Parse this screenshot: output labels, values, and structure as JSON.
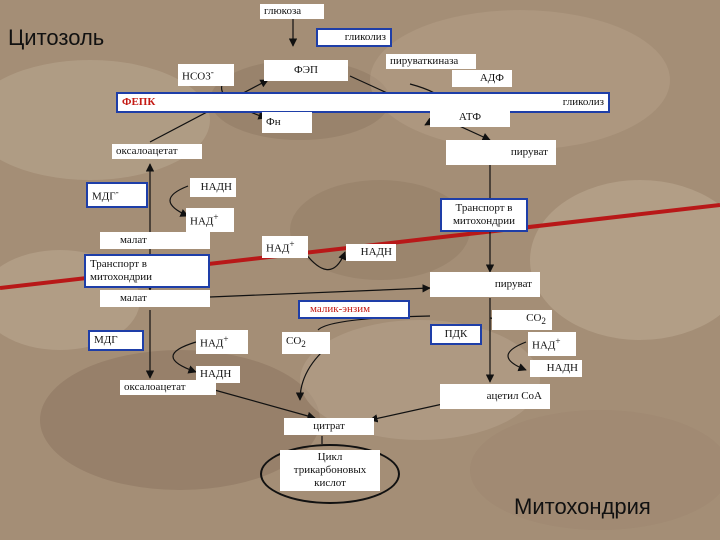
{
  "compartments": {
    "cytosol": "Цитозоль",
    "mitochondria": "Митохондрия"
  },
  "nodes": {
    "glucose": "глюкоза",
    "glycolysis_1": "гликолиз",
    "hco3": "HCO3",
    "hco3_sup": "-",
    "pep": "ФЭП",
    "pyruvate_kinase": "пируваткиназа",
    "adp": "АДФ",
    "pepck": "ФЕПК",
    "glycolysis_2": "гликолиз",
    "phosphate": "Фн",
    "atp": "АТФ",
    "oxaloacetate_1": "оксалоацетат",
    "pyruvate_1": "пируват",
    "mdh_1": "МДГ",
    "mdh_1_sup": "-",
    "nadh_1": "НАДН",
    "nad_1": "НАД",
    "nad_1_sup": "+",
    "transport_1": "Транспорт в митохондрии",
    "malate_1": "малат",
    "nad_2": "НАД",
    "nad_2_sup": "+",
    "nadh_2": "НАДН",
    "transport_2": "Транспорт в митохондрии",
    "pyruvate_2": "пируват",
    "malate_2": "малат",
    "malic_enzyme": "малик-энзим",
    "co2_1": "CO",
    "co2_1_sub": "2",
    "mdh_2": "МДГ",
    "nad_3": "НАД",
    "nad_3_sup": "+",
    "co2_2": "CO",
    "co2_2_sub": "2",
    "pdk": "ПДК",
    "nad_4": "НАД",
    "nad_4_sup": "+",
    "nadh_3": "НАДН",
    "nadh_4": "НАДН",
    "oxaloacetate_2": "оксалоацетат",
    "acetyl_coa": "ацетил СоА",
    "citrate": "цитрат",
    "tca_cycle": "Цикл трикарбоновых кислот"
  },
  "colors": {
    "membrane": "#b81818",
    "highlight": "#c41a14",
    "box_border": "#1e3ea8",
    "background": "#a48e76"
  }
}
